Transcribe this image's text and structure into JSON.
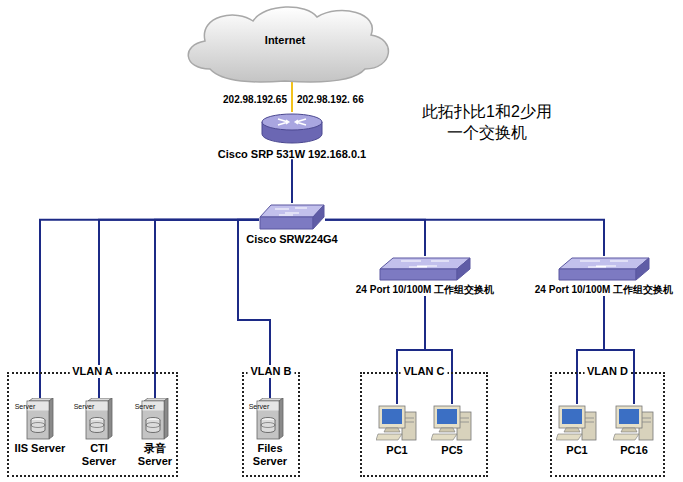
{
  "diagram": {
    "nodes": [
      {
        "text": [
          "Internet"
        ]
      },
      {
        "text": [
          "Cisco SRP 531W 192.168.0.1"
        ]
      },
      {
        "text": [
          "Cisco SRW224G4"
        ]
      },
      {
        "text": [
          "VLAN A"
        ]
      },
      {
        "text": [
          "IIS Server"
        ],
        "in": 3
      },
      {
        "text": [
          "CTI Server"
        ],
        "in": 3
      },
      {
        "text": [
          "录音 Server"
        ],
        "in": 3
      },
      {
        "text": [
          "VLAN B"
        ]
      },
      {
        "text": [
          "Files Server"
        ],
        "in": 7
      },
      {
        "text": [
          "24 Port 10/100M 工作组交换机"
        ]
      },
      {
        "text": [
          "24 Port 10/100M 工作组交换机"
        ]
      },
      {
        "text": [
          "VLAN C"
        ]
      },
      {
        "text": [
          "PC1"
        ],
        "in": 11
      },
      {
        "text": [
          "PC5"
        ],
        "in": 11
      },
      {
        "text": [
          "VLAN D"
        ]
      },
      {
        "text": [
          "PC1"
        ],
        "in": 14
      },
      {
        "text": [
          "PC16"
        ],
        "in": 14
      }
    ],
    "edges": [
      {
        "from": 0,
        "to": 1,
        "arrow": "none"
      },
      {
        "from": 1,
        "to": 2,
        "arrow": "none"
      },
      {
        "from": 2,
        "to": 4,
        "arrow": "none"
      },
      {
        "from": 2,
        "to": 5,
        "arrow": "none"
      },
      {
        "from": 2,
        "to": 6,
        "arrow": "none"
      },
      {
        "from": 2,
        "to": 8,
        "arrow": "none"
      },
      {
        "from": 2,
        "to": 9,
        "arrow": "none"
      },
      {
        "from": 2,
        "to": 10,
        "arrow": "none"
      },
      {
        "from": 9,
        "to": 12,
        "arrow": "none"
      },
      {
        "from": 9,
        "to": 13,
        "arrow": "none"
      },
      {
        "from": 10,
        "to": 15,
        "arrow": "none"
      },
      {
        "from": 10,
        "to": 16,
        "arrow": "none"
      }
    ],
    "labels": [
      "202.98.192.65",
      "202.98.192. 66",
      "此拓扑比1和2少用 一个交换机",
      "Server",
      "Server",
      "Server",
      "Server"
    ]
  }
}
